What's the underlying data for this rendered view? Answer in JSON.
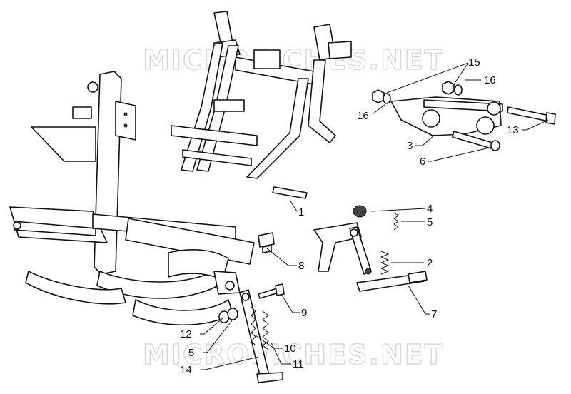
{
  "watermark": {
    "top": "MICROFICHES.NET",
    "bottom": "MICROFICHES.NET"
  },
  "callouts": {
    "c1": "1",
    "c2": "2",
    "c3": "3",
    "c4": "4",
    "c5a": "5",
    "c5b": "5",
    "c6": "6",
    "c7": "7",
    "c8": "8",
    "c9": "9",
    "c10": "10",
    "c11": "11",
    "c12": "12",
    "c13": "13",
    "c14": "14",
    "c15": "15",
    "c16a": "16",
    "c16b": "16"
  }
}
